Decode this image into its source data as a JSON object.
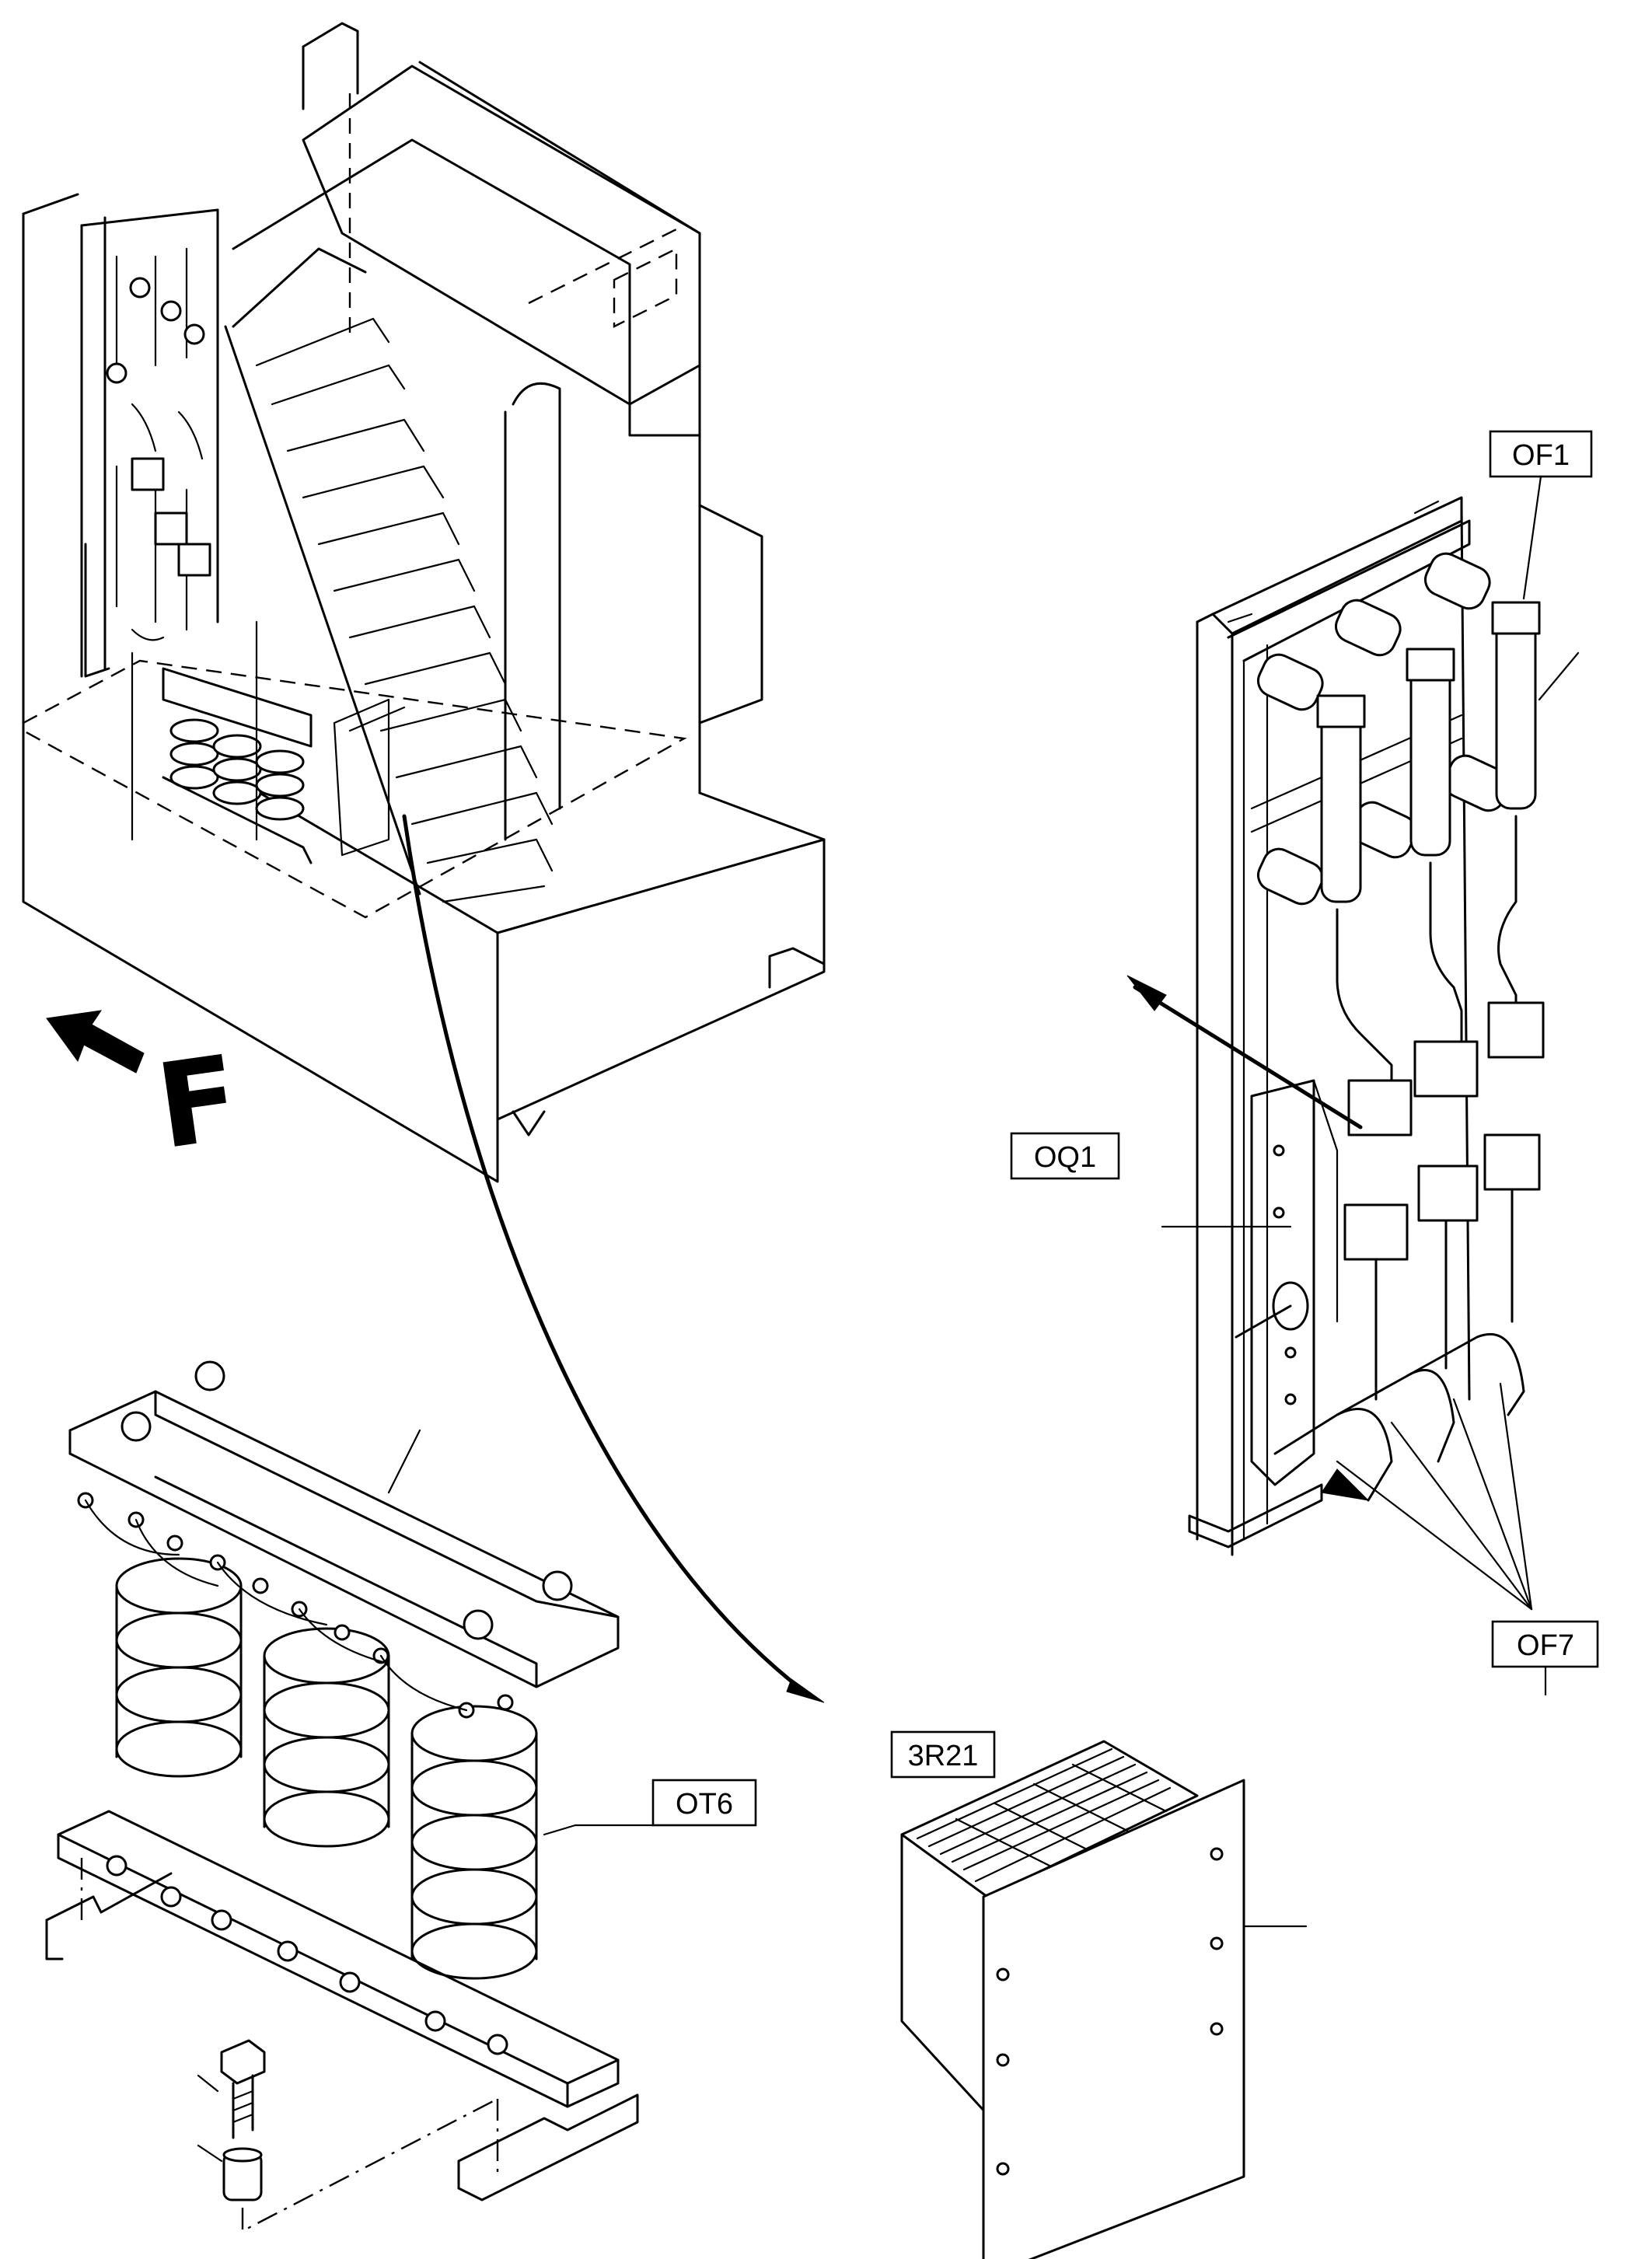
{
  "labels": {
    "of1": "OF1",
    "oq1": "OQ1",
    "of7": "OF7",
    "ot6": "OT6",
    "r21": "3R21",
    "view_direction": "F"
  },
  "colors": {
    "ink": "#000000",
    "paper": "#ffffff"
  }
}
